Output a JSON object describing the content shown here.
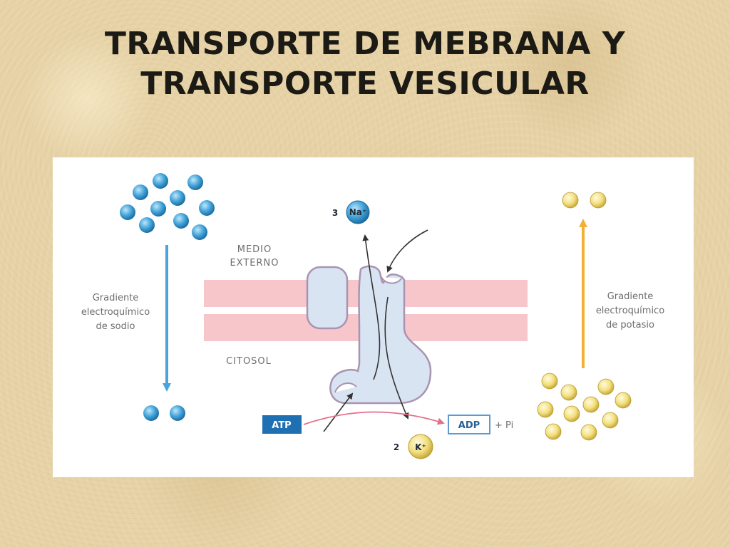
{
  "slide": {
    "title_line1": "TRANSPORTE DE MEBRANA Y",
    "title_line2": "TRANSPORTE VESICULAR"
  },
  "diagram": {
    "medio_externo_line1": "MEDIO",
    "medio_externo_line2": "EXTERNO",
    "citosol": "CITOSOL",
    "sodium_gradient": [
      "Gradiente",
      "electroquímico",
      "de sodio"
    ],
    "potassium_gradient": [
      "Gradiente",
      "electroquímico",
      "de potasio"
    ],
    "na_count": "3",
    "na_label": "Na⁺",
    "k_count": "2",
    "k_label": "K⁺",
    "atp_label": "ATP",
    "adp_label": "ADP",
    "pi_label": "+ Pi",
    "colors": {
      "sodium": "#3f9fd3",
      "potassium": "#f2df7a",
      "membrane": "#f4c4c8",
      "protein": "#d9e4f2",
      "protein_outline": "#a994b0",
      "sodium_arrow": "#4aa3da",
      "potassium_arrow": "#f2b134",
      "atp_box": "#1f6fb3",
      "adp_border": "#4b8fcc",
      "reaction_arrow": "#e46f8a"
    }
  }
}
